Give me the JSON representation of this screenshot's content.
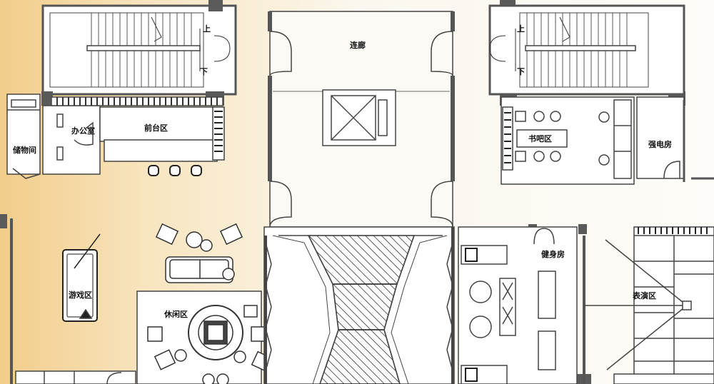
{
  "labels": {
    "corridor": "连廊",
    "office": "办公室",
    "front_desk": "前台区",
    "storage": "储物间",
    "bar": "书吧区",
    "power_room": "强电房",
    "game": "游戏区",
    "lounge": "休闲区",
    "gym": "健身房",
    "performance": "表演区",
    "stair_up": "上",
    "stair_down": "下"
  },
  "colors": {
    "wall": "#555555",
    "line": "#333333",
    "bg_warm": "#f3cf8e",
    "bg_light": "#fbf8f0"
  }
}
